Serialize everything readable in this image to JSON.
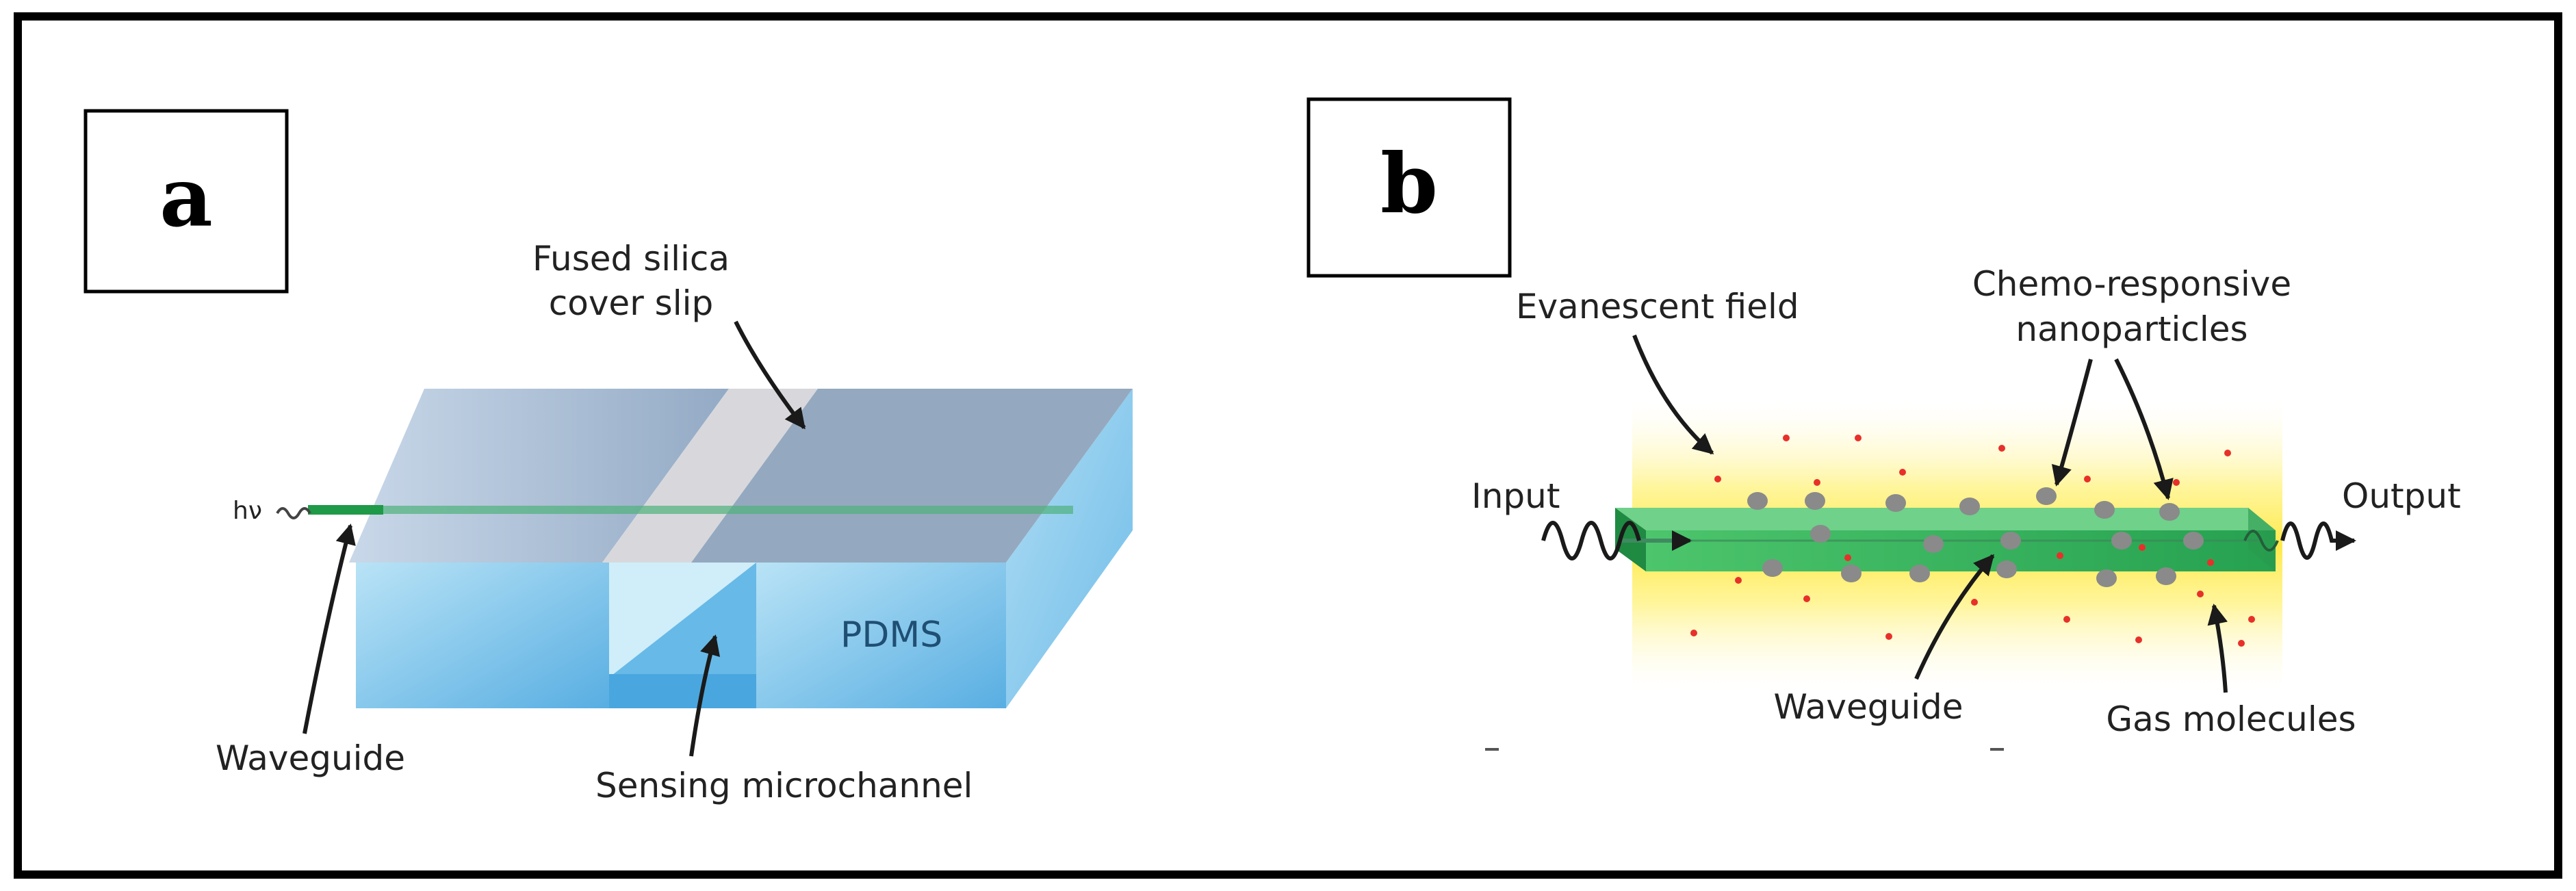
{
  "panel_a": {
    "letter": "a",
    "labels": {
      "cover_slip_line1": "Fused silica",
      "cover_slip_line2": "cover slip",
      "photon": "hν",
      "pdms": "PDMS",
      "waveguide": "Waveguide",
      "microchannel": "Sensing microchannel"
    }
  },
  "panel_b": {
    "letter": "b",
    "labels": {
      "evanescent": "Evanescent field",
      "nano_line1": "Chemo-responsive",
      "nano_line2": "nanoparticles",
      "input": "Input",
      "output": "Output",
      "waveguide": "Waveguide",
      "gas": "Gas molecules"
    }
  },
  "colors": {
    "waveguide_green": "#2faa55",
    "gas_molecule_red": "#e8302a",
    "nanoparticle_gray": "#8a8a8a",
    "glow_yellow": "#fff06a",
    "pdms_blue": "#3b97d6"
  }
}
